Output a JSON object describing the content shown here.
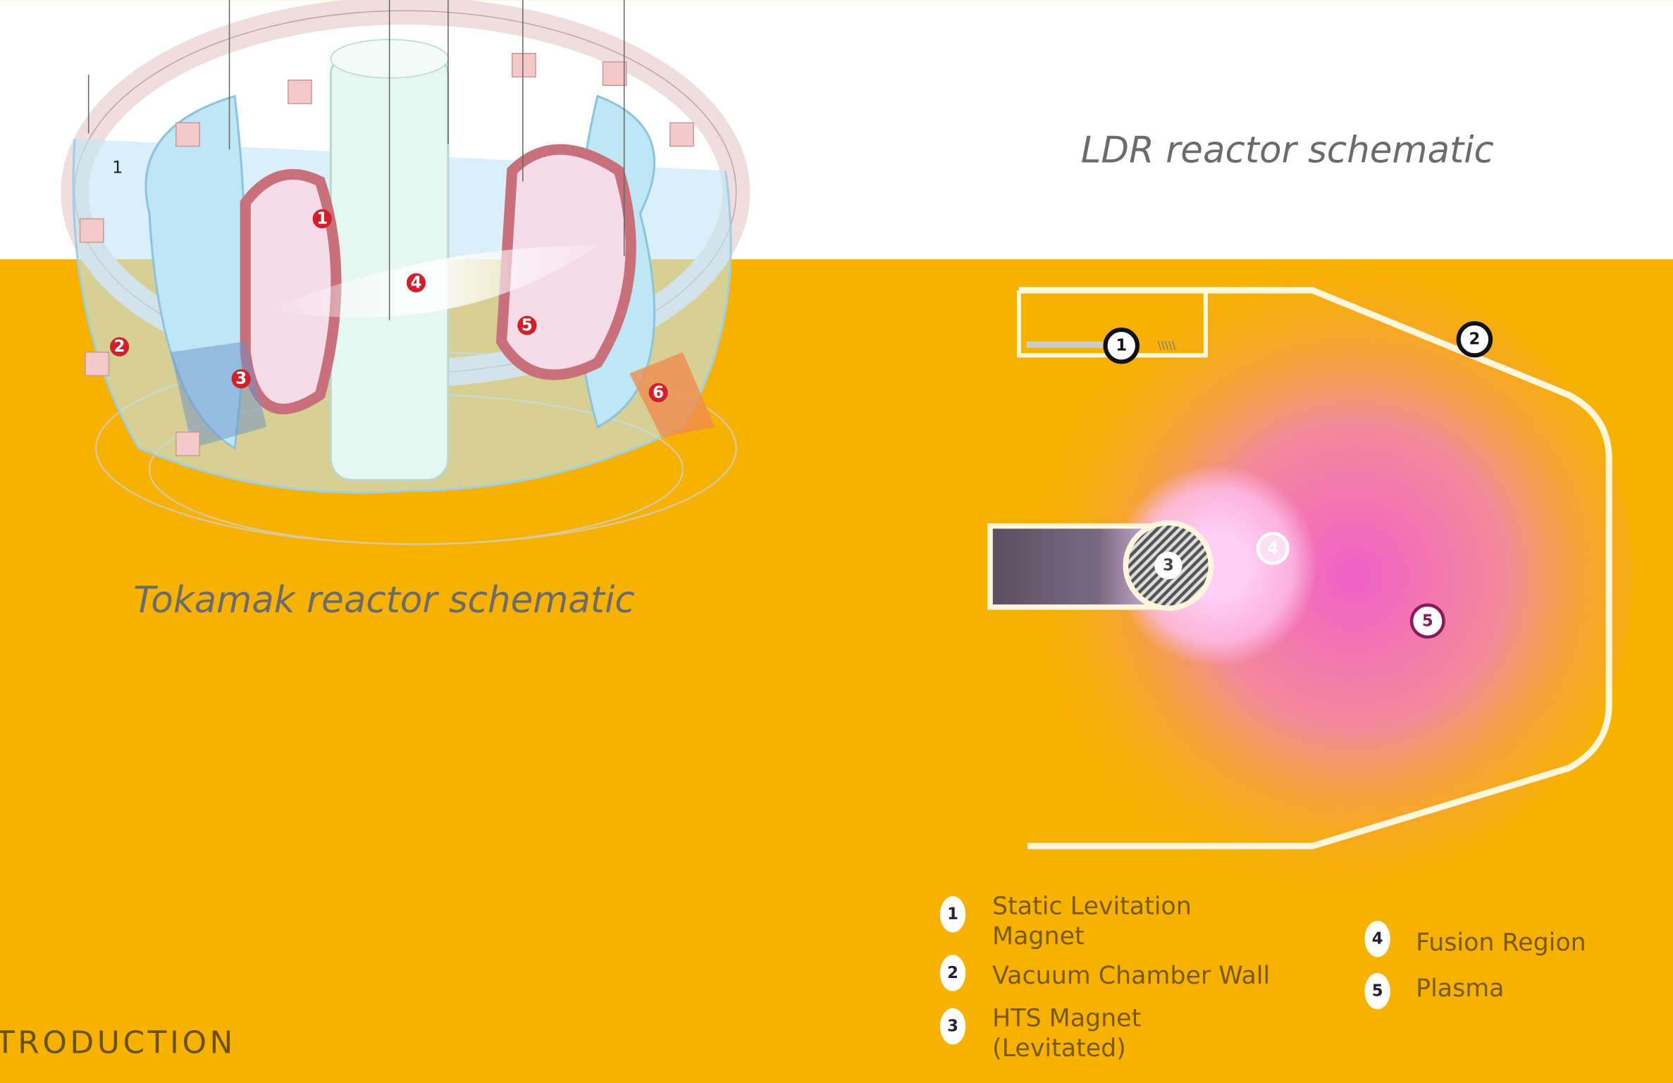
{
  "tokamak": {
    "caption": "Tokamak reactor schematic",
    "markers": [
      "1",
      "2",
      "3",
      "4",
      "5",
      "6"
    ],
    "top_label": "1"
  },
  "ldr": {
    "caption": "LDR reactor schematic",
    "markers": [
      "1",
      "2",
      "3",
      "4",
      "5"
    ]
  },
  "legend": [
    {
      "num": "1",
      "line1": "Static Levitation",
      "line2": "Magnet"
    },
    {
      "num": "2",
      "line1": "Vacuum Chamber Wall",
      "line2": ""
    },
    {
      "num": "3",
      "line1": "HTS Magnet",
      "line2": "(Levitated)"
    },
    {
      "num": "4",
      "line1": "Fusion Region",
      "line2": ""
    },
    {
      "num": "5",
      "line1": "Plasma",
      "line2": ""
    }
  ],
  "section_heading": "TRODUCTION",
  "colors": {
    "background": "#F7B100",
    "top_band": "#FFFFFF",
    "plasma": "#F060C0",
    "tokamak_blue": "#BFE6F4",
    "marker_red": "#D0202E"
  }
}
